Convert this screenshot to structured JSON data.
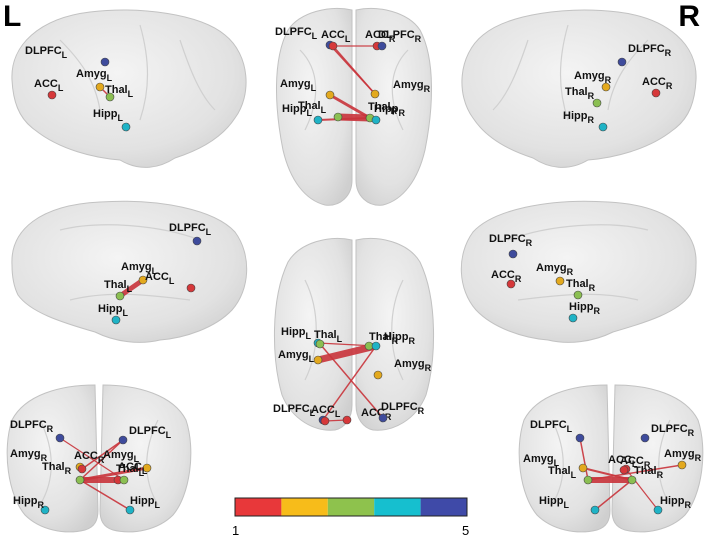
{
  "corner_labels": {
    "left": "L",
    "right": "R"
  },
  "colorbar": {
    "min": "1",
    "max": "5",
    "colors": [
      "#e8383a",
      "#f7bc1a",
      "#8ec24d",
      "#16bfcf",
      "#3f4aa8"
    ]
  },
  "node_colors": {
    "DLPFC": "#3e4b9c",
    "ACC": "#d6383a",
    "Amyg": "#e3a91e",
    "Thal": "#8bbf52",
    "Hipp": "#1fb3c6"
  },
  "edge_color": "#c9343b",
  "views": [
    {
      "id": "left-lateral",
      "side": "L",
      "nodes": [
        {
          "name": "DLPFC",
          "hemi": "L"
        },
        {
          "name": "ACC",
          "hemi": "L"
        },
        {
          "name": "Amyg",
          "hemi": "L"
        },
        {
          "name": "Thal",
          "hemi": "L"
        },
        {
          "name": "Hipp",
          "hemi": "L"
        }
      ]
    },
    {
      "id": "superior",
      "side": "both",
      "nodes": [
        {
          "name": "DLPFC",
          "hemi": "L"
        },
        {
          "name": "ACC",
          "hemi": "L"
        },
        {
          "name": "ACC",
          "hemi": "R"
        },
        {
          "name": "DLPFC",
          "hemi": "R"
        },
        {
          "name": "Amyg",
          "hemi": "L"
        },
        {
          "name": "Amyg",
          "hemi": "R"
        },
        {
          "name": "Thal",
          "hemi": "L"
        },
        {
          "name": "Thal",
          "hemi": "R"
        },
        {
          "name": "Hipp",
          "hemi": "L"
        },
        {
          "name": "Hipp",
          "hemi": "R"
        }
      ]
    },
    {
      "id": "right-lateral",
      "side": "R",
      "nodes": [
        {
          "name": "DLPFC",
          "hemi": "R"
        },
        {
          "name": "Amyg",
          "hemi": "R"
        },
        {
          "name": "ACC",
          "hemi": "R"
        },
        {
          "name": "Thal",
          "hemi": "R"
        },
        {
          "name": "Hipp",
          "hemi": "R"
        }
      ]
    },
    {
      "id": "left-medial",
      "side": "L",
      "nodes": [
        {
          "name": "DLPFC",
          "hemi": "L"
        },
        {
          "name": "Amyg",
          "hemi": "L"
        },
        {
          "name": "ACC",
          "hemi": "L"
        },
        {
          "name": "Thal",
          "hemi": "L"
        },
        {
          "name": "Hipp",
          "hemi": "L"
        }
      ]
    },
    {
      "id": "inferior",
      "side": "both",
      "nodes": [
        {
          "name": "Hipp",
          "hemi": "L"
        },
        {
          "name": "Thal",
          "hemi": "L"
        },
        {
          "name": "Thal",
          "hemi": "R"
        },
        {
          "name": "Hipp",
          "hemi": "R"
        },
        {
          "name": "Amyg",
          "hemi": "L"
        },
        {
          "name": "Amyg",
          "hemi": "R"
        },
        {
          "name": "DLPFC",
          "hemi": "L"
        },
        {
          "name": "ACC",
          "hemi": "L"
        },
        {
          "name": "ACC",
          "hemi": "R"
        },
        {
          "name": "DLPFC",
          "hemi": "R"
        }
      ]
    },
    {
      "id": "right-medial",
      "side": "R",
      "nodes": [
        {
          "name": "DLPFC",
          "hemi": "R"
        },
        {
          "name": "ACC",
          "hemi": "R"
        },
        {
          "name": "Amyg",
          "hemi": "R"
        },
        {
          "name": "Thal",
          "hemi": "R"
        },
        {
          "name": "Hipp",
          "hemi": "R"
        }
      ]
    },
    {
      "id": "posterior",
      "side": "both",
      "nodes": [
        {
          "name": "DLPFC",
          "hemi": "R"
        },
        {
          "name": "DLPFC",
          "hemi": "L"
        },
        {
          "name": "Amyg",
          "hemi": "R"
        },
        {
          "name": "ACC",
          "hemi": "R"
        },
        {
          "name": "Amyg",
          "hemi": "L"
        },
        {
          "name": "Thal",
          "hemi": "R"
        },
        {
          "name": "ACC",
          "hemi": "L"
        },
        {
          "name": "Thal",
          "hemi": "L"
        },
        {
          "name": "Hipp",
          "hemi": "R"
        },
        {
          "name": "Hipp",
          "hemi": "L"
        }
      ]
    },
    {
      "id": "anterior",
      "side": "both",
      "nodes": [
        {
          "name": "DLPFC",
          "hemi": "L"
        },
        {
          "name": "DLPFC",
          "hemi": "R"
        },
        {
          "name": "Amyg",
          "hemi": "L"
        },
        {
          "name": "ACC",
          "hemi": "L"
        },
        {
          "name": "ACC",
          "hemi": "R"
        },
        {
          "name": "Amyg",
          "hemi": "R"
        },
        {
          "name": "Thal",
          "hemi": "L"
        },
        {
          "name": "Thal",
          "hemi": "R"
        },
        {
          "name": "Hipp",
          "hemi": "L"
        },
        {
          "name": "Hipp",
          "hemi": "R"
        }
      ]
    }
  ]
}
